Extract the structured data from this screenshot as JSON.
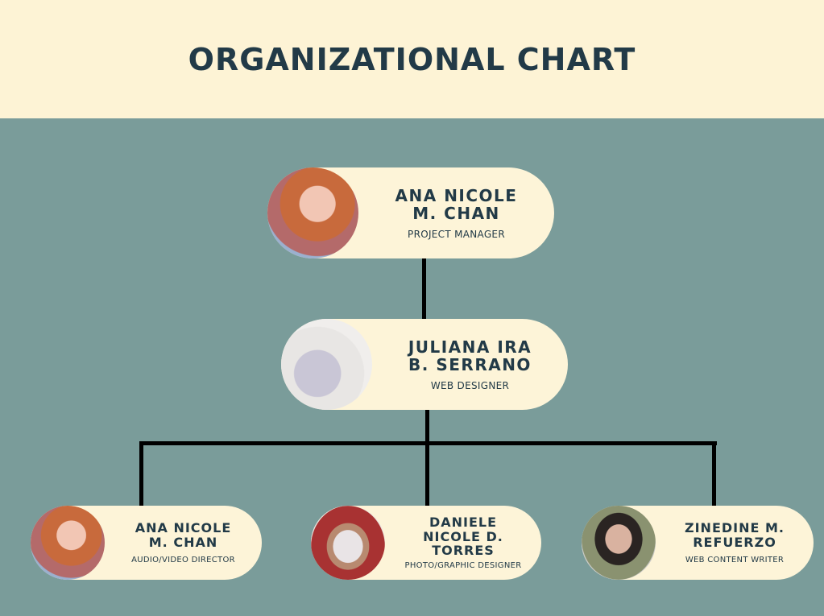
{
  "title": "ORGANIZATIONAL CHART",
  "colors": {
    "header_bg": "#fdf3d5",
    "background": "#7a9c9a",
    "card": "#fdf4d8",
    "text": "#223a47"
  },
  "members": [
    {
      "name_line1": "ANA NICOLE",
      "name_line2": "M. CHAN",
      "role": "PROJECT MANAGER"
    },
    {
      "name_line1": "JULIANA IRA",
      "name_line2": "B. SERRANO",
      "role": "WEB DESIGNER"
    },
    {
      "name_line1": "ANA NICOLE",
      "name_line2": "M. CHAN",
      "role": "AUDIO/VIDEO DIRECTOR"
    },
    {
      "name_line1": "DANIELE",
      "name_line2": "NICOLE D.",
      "name_line3": "TORRES",
      "role": "PHOTO/GRAPHIC DESIGNER"
    },
    {
      "name_line1": "ZINEDINE M.",
      "name_line2": "REFUERZO",
      "role": "WEB CONTENT WRITER"
    }
  ]
}
